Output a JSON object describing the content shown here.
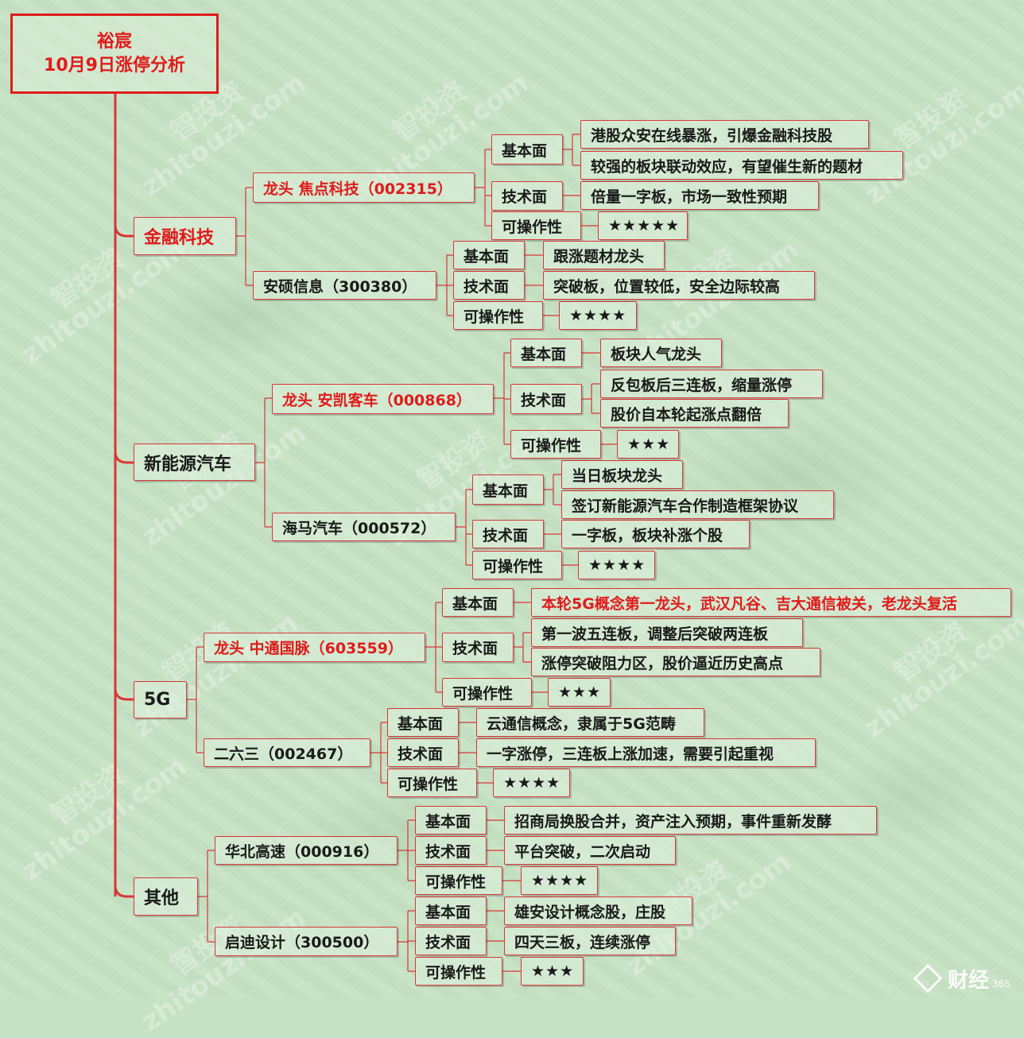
{
  "title": {
    "line1": "裕宸",
    "line2": "10月9日涨停分析"
  },
  "sectors": [
    {
      "name": "金融科技",
      "stocks": [
        {
          "name": "龙头 焦点科技（002315）",
          "rows": [
            {
              "label": "基本面",
              "items": [
                "港股众安在线暴涨，引爆金融科技股",
                "较强的板块联动效应，有望催生新的题材"
              ]
            },
            {
              "label": "技术面",
              "items": [
                "倍量一字板，市场一致性预期"
              ]
            },
            {
              "label": "可操作性",
              "items": [
                "★★★★★"
              ]
            }
          ]
        },
        {
          "name": "安硕信息（300380）",
          "rows": [
            {
              "label": "基本面",
              "items": [
                "跟涨题材龙头"
              ]
            },
            {
              "label": "技术面",
              "items": [
                "突破板，位置较低，安全边际较高"
              ]
            },
            {
              "label": "可操作性",
              "items": [
                "★★★★"
              ]
            }
          ]
        }
      ]
    },
    {
      "name": "新能源汽车",
      "stocks": [
        {
          "name": "龙头 安凯客车（000868）",
          "rows": [
            {
              "label": "基本面",
              "items": [
                "板块人气龙头"
              ]
            },
            {
              "label": "技术面",
              "items": [
                "反包板后三连板，缩量涨停",
                "股价自本轮起涨点翻倍"
              ]
            },
            {
              "label": "可操作性",
              "items": [
                "★★★"
              ]
            }
          ]
        },
        {
          "name": "海马汽车（000572）",
          "rows": [
            {
              "label": "基本面",
              "items": [
                "当日板块龙头",
                "签订新能源汽车合作制造框架协议"
              ]
            },
            {
              "label": "技术面",
              "items": [
                "一字板，板块补涨个股"
              ]
            },
            {
              "label": "可操作性",
              "items": [
                "★★★★"
              ]
            }
          ]
        }
      ]
    },
    {
      "name": "5G",
      "stocks": [
        {
          "name": "龙头 中通国脉（603559）",
          "rows": [
            {
              "label": "基本面",
              "items": [
                "本轮5G概念第一龙头，武汉凡谷、吉大通信被关，老龙头复活"
              ]
            },
            {
              "label": "技术面",
              "items": [
                "第一波五连板，调整后突破两连板",
                "涨停突破阻力区，股价逼近历史高点"
              ]
            },
            {
              "label": "可操作性",
              "items": [
                "★★★"
              ]
            }
          ]
        },
        {
          "name": "二六三（002467）",
          "rows": [
            {
              "label": "基本面",
              "items": [
                "云通信概念，隶属于5G范畴"
              ]
            },
            {
              "label": "技术面",
              "items": [
                "一字涨停，三连板上涨加速，需要引起重视"
              ]
            },
            {
              "label": "可操作性",
              "items": [
                "★★★★"
              ]
            }
          ]
        }
      ]
    },
    {
      "name": "其他",
      "stocks": [
        {
          "name": "华北高速（000916）",
          "rows": [
            {
              "label": "基本面",
              "items": [
                "招商局换股合并，资产注入预期，事件重新发酵"
              ]
            },
            {
              "label": "技术面",
              "items": [
                "平台突破，二次启动"
              ]
            },
            {
              "label": "可操作性",
              "items": [
                "★★★★"
              ]
            }
          ]
        },
        {
          "name": "启迪设计（300500）",
          "rows": [
            {
              "label": "基本面",
              "items": [
                "雄安设计概念股，庄股"
              ]
            },
            {
              "label": "技术面",
              "items": [
                "四天三板，连续涨停"
              ]
            },
            {
              "label": "可操作性",
              "items": [
                "★★★"
              ]
            }
          ]
        }
      ]
    }
  ],
  "watermark": {
    "cn": "智投资",
    "en": "zhitouzi.com"
  },
  "logo": {
    "text": "财经",
    "sub": "365"
  },
  "colors": {
    "line": "#d93636",
    "red_text": "#e01b1b",
    "background": "#c6e2c4"
  }
}
